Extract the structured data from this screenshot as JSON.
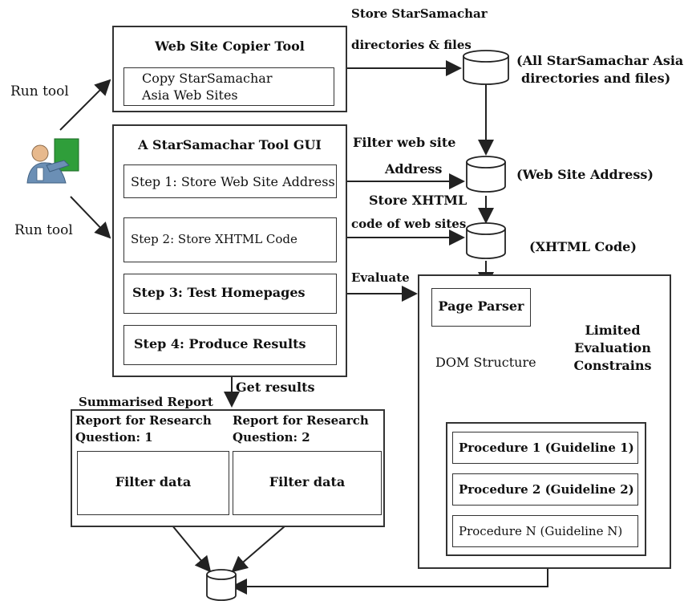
{
  "copier": {
    "title": "Web Site Copier Tool",
    "inner": "Copy StarSamachar Asia Web Sites"
  },
  "run_tool_1": "Run tool",
  "run_tool_2": "Run tool",
  "store_label_line1": "Store StarSamachar",
  "store_label_line2": "directories & files",
  "db_all_label_line1": "(All StarSamachar Asia",
  "db_all_label_line2": "directories and files)",
  "gui": {
    "title": "A StarSamachar Tool GUI",
    "step1": "Step 1: Store Web Site Address",
    "step2": "Step 2: Store XHTML Code",
    "step3": "Step 3: Test Homepages",
    "step4": "Step 4: Produce Results"
  },
  "filter_label_line1": "Filter web site",
  "filter_label_line2": "Address",
  "db_web_label": "(Web Site Address)",
  "store_xhtml_line1": "Store XHTML",
  "store_xhtml_line2": "code of web sites",
  "db_xhtml_label": "(XHTML Code)",
  "evaluate_label": "Evaluate",
  "evaluator": {
    "page_parser": "Page Parser",
    "dom": "DOM Structure",
    "limited_line1": "Limited",
    "limited_line2": "Evaluation",
    "limited_line3": "Constrains",
    "proc1": "Procedure 1 (Guideline 1)",
    "proc2": "Procedure 2 (Guideline 2)",
    "procN": "Procedure N (Guideline N)"
  },
  "get_results": "Get results",
  "report": {
    "title": "Summarised Report",
    "q1_line1": "Report for Research",
    "q1_line2": "Question: 1",
    "q2_line1": "Report for Research",
    "q2_line2": "Question: 2",
    "filter1": "Filter data",
    "filter2": "Filter data"
  },
  "colors": {
    "stroke": "#333333",
    "person_green": "#2f9e3a",
    "person_skin": "#e7b98d",
    "person_shirt": "#6b8fb5"
  }
}
